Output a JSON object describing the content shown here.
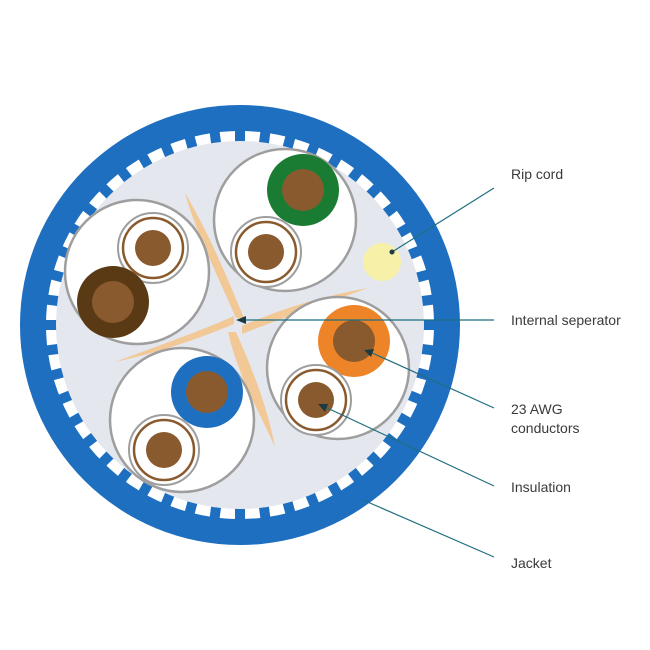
{
  "labels": {
    "rip_cord": "Rip cord",
    "internal_separator": "Internal seperator",
    "conductors_line1": "23 AWG",
    "conductors_line2": "conductors",
    "insulation": "Insulation",
    "jacket": "Jacket"
  },
  "colors": {
    "jacket": "#1f6fc0",
    "filler": "#e4e8ee",
    "pair_ring": "#9e9e9e",
    "separator": "#f2c896",
    "rip_cord": "#f7f0a8",
    "copper": "#8a5a2f",
    "leader_line": "#1e6e80",
    "pair_green": "#1a7c32",
    "pair_brown": "#5a3a14",
    "pair_orange": "#ee8428",
    "pair_blue": "#1f6fc0",
    "stripe_white": "#ffffff"
  },
  "pairs": [
    {
      "name": "green",
      "color": "#1a7c32"
    },
    {
      "name": "brown",
      "color": "#5a3a14"
    },
    {
      "name": "orange",
      "color": "#ee8428"
    },
    {
      "name": "blue",
      "color": "#1f6fc0"
    }
  ]
}
